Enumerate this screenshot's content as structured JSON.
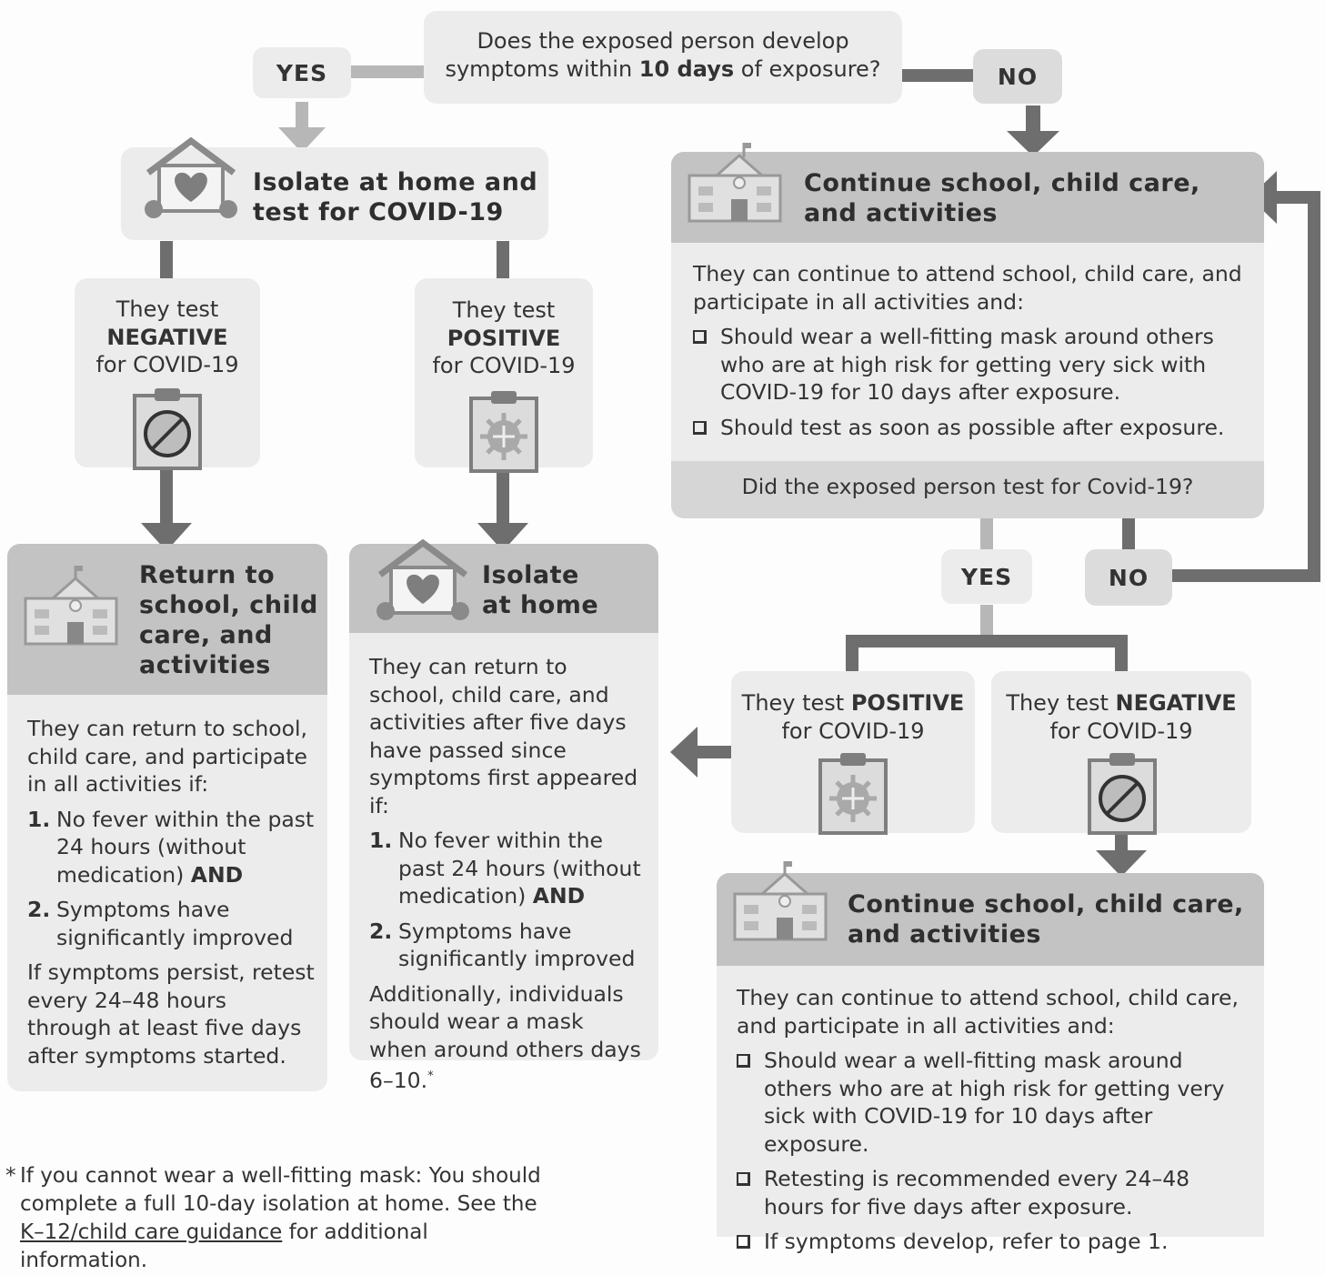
{
  "top_question": {
    "pre": "Does the exposed person develop symptoms within ",
    "bold": "10 days",
    "post": " of exposure?"
  },
  "yes_label": "YES",
  "no_label": "NO",
  "isolate_test": {
    "title_line1": "Isolate at home and",
    "title_line2": "test for COVID-19"
  },
  "test_negative_left": {
    "line1": "They test",
    "bold": "NEGATIVE",
    "line3": "for COVID-19"
  },
  "test_positive_mid": {
    "line1": "They test",
    "bold": "POSITIVE",
    "line3": "for COVID-19"
  },
  "continue_top": {
    "title_line1": "Continue school, child care,",
    "title_line2": "and activities",
    "intro": "They can continue to attend school, child care, and participate in all activities and:",
    "items": [
      "Should wear a well-fitting mask around others who are at high risk for getting very sick with COVID-19 for 10 days after exposure.",
      "Should test as soon as possible after exposure."
    ],
    "question": "Did the exposed person test for Covid-19?"
  },
  "return_box": {
    "title_line1": "Return to",
    "title_line2": "school, child",
    "title_line3": "care, and",
    "title_line4": "activities",
    "intro": "They can return to school, child care, and participate in all activities if:",
    "items": [
      {
        "num": "1.",
        "text": "No fever within the past 24 hours (without medication)",
        "bold": "AND"
      },
      {
        "num": "2.",
        "text": "Symptoms have significantly improved",
        "bold": ""
      }
    ],
    "outro": "If symptoms persist, retest every 24–48 hours through at least five days after symptoms started."
  },
  "isolate_box": {
    "title_line1": "Isolate",
    "title_line2": "at home",
    "intro": "They can return to school, child care, and activities after five days have passed since symptoms first appeared if:",
    "items": [
      {
        "num": "1.",
        "text": "No fever within the past 24 hours (without medication)",
        "bold": "AND"
      },
      {
        "num": "2.",
        "text": "Symptoms have significantly improved",
        "bold": ""
      }
    ],
    "outro": "Additionally, individuals should wear a mask when around others days 6–10.",
    "outro_mark": "*"
  },
  "test_positive_right": {
    "pre": "They test ",
    "bold": "POSITIVE",
    "line2": "for COVID-19"
  },
  "test_negative_right": {
    "pre": "They test ",
    "bold": "NEGATIVE",
    "line2": "for COVID-19"
  },
  "continue_bottom": {
    "title_line1": "Continue school, child care,",
    "title_line2": "and activities",
    "intro": "They can continue to attend school, child care, and participate in all activities and:",
    "items": [
      "Should wear a well-fitting mask around others who are at high risk for getting very sick with COVID-19 for 10 days after exposure.",
      "Retesting is recommended every 24–48 hours for five days after exposure.",
      "If symptoms develop, refer to page 1."
    ]
  },
  "footnote": {
    "mark": "*",
    "pre": "If you cannot wear a well-fitting mask: You should complete a full 10-day isolation at home. See the ",
    "link": "K–12/child care guidance",
    "post": " for additional information."
  },
  "icons": [
    "house-heart-icon",
    "school-building-icon",
    "clipboard-virus-crossed-icon",
    "clipboard-virus-icon"
  ],
  "colors": {
    "light_box": "#ececec",
    "header_box": "#c3c3c3",
    "dark_line": "#6e6e6e",
    "light_line": "#b7b7b7"
  }
}
